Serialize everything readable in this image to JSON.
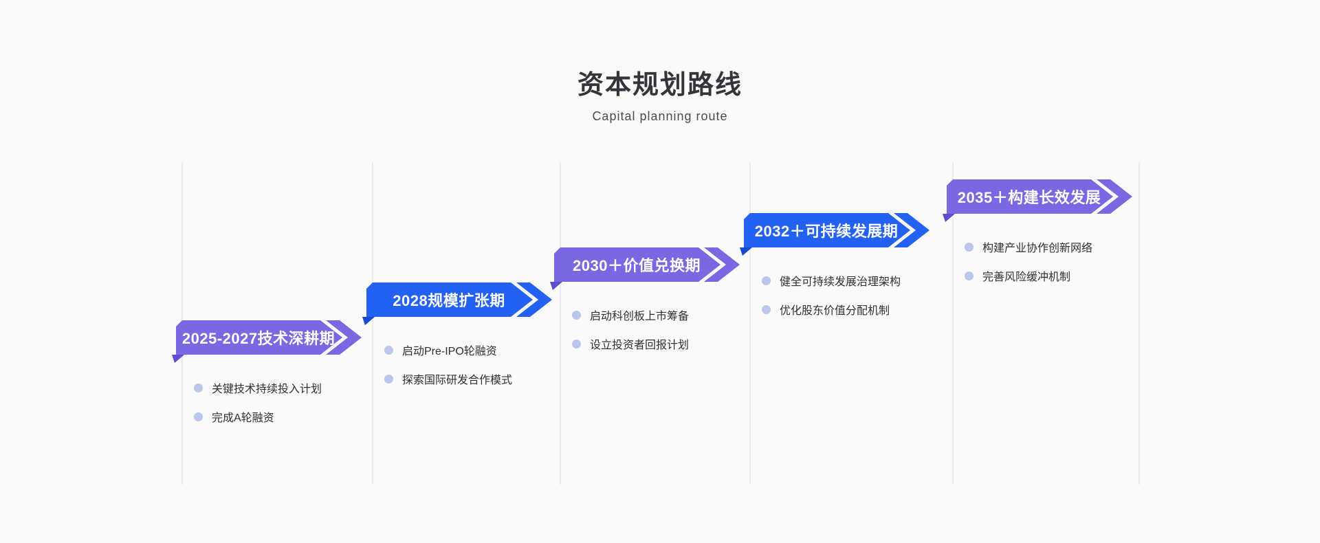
{
  "header": {
    "title": "资本规划路线",
    "subtitle": "Capital planning route"
  },
  "timeline": {
    "stages": [
      {
        "label": "2025-2027技术深耕期",
        "color": "purple",
        "items": [
          "关键技术持续投入计划",
          "完成A轮融资"
        ]
      },
      {
        "label": "2028规模扩张期",
        "color": "blue",
        "items": [
          "启动Pre-IPO轮融资",
          "探索国际研发合作模式"
        ]
      },
      {
        "label": "2030＋价值兑换期",
        "color": "purple",
        "items": [
          "启动科创板上市筹备",
          "设立投资者回报计划"
        ]
      },
      {
        "label": "2032＋可持续发展期",
        "color": "blue",
        "items": [
          "健全可持续发展治理架构",
          "优化股东价值分配机制"
        ]
      },
      {
        "label": "2035＋构建长效发展",
        "color": "purple",
        "items": [
          "构建产业协作创新网络",
          "完善风险缓冲机制"
        ]
      }
    ],
    "colors": {
      "purple": "#7a68e2",
      "purple_fold": "#5e4dce",
      "blue": "#2261f1",
      "blue_fold": "#1749d1",
      "banner_text": "#ffffff",
      "bullet": "#bac6ec",
      "column_line": "#ececec",
      "background": "#fafafa"
    }
  }
}
